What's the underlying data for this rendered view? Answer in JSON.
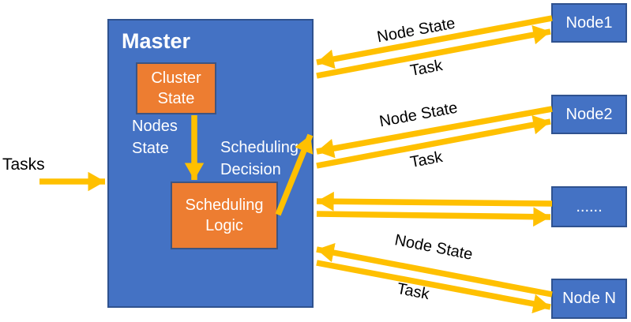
{
  "colors": {
    "node_blue": "#4472C4",
    "blue_border": "#2F528F",
    "orange": "#ED7D31",
    "orange_border": "#3E5480",
    "arrow_gold": "#FFC000",
    "box_text": "#FFFFFF",
    "label_text": "#000000"
  },
  "input": {
    "label": "Tasks"
  },
  "master": {
    "title": "Master",
    "cluster_state_label": "Cluster State",
    "nodes_state_label": "Nodes State",
    "scheduling_logic_label": "Scheduling Logic",
    "scheduling_decision_label": "Scheduling Decision"
  },
  "nodes": [
    {
      "label": "Node1"
    },
    {
      "label": "Node2"
    },
    {
      "label": "......"
    },
    {
      "label": "Node N"
    }
  ],
  "links": [
    {
      "node_state_label": "Node State",
      "task_label": "Task"
    },
    {
      "node_state_label": "Node State",
      "task_label": "Task"
    },
    {
      "node_state_label": "",
      "task_label": ""
    },
    {
      "node_state_label": "Node State",
      "task_label": "Task"
    }
  ]
}
